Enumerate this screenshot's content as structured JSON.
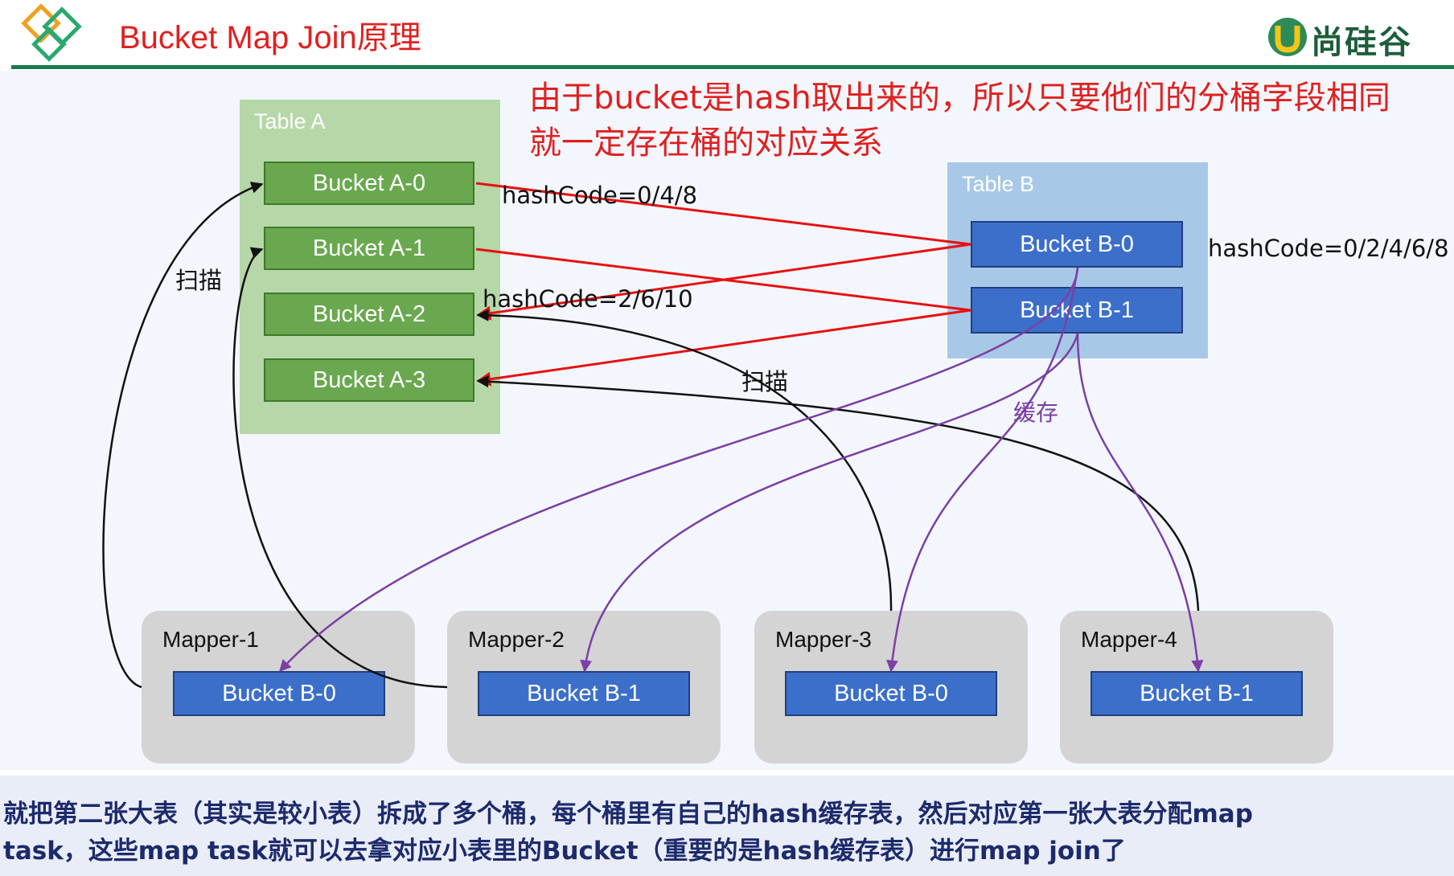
{
  "header": {
    "title": "Bucket Map Join原理",
    "brand": "尚硅谷",
    "accent_color": "#1c7a4c",
    "title_color": "#e02020"
  },
  "note": {
    "line1": "由于bucket是hash取出来的，所以只要他们的分桶字段相同",
    "line2": "就一定存在桶的对应关系"
  },
  "table_a": {
    "label": "Table A",
    "buckets": [
      "Bucket A-0",
      "Bucket A-1",
      "Bucket A-2",
      "Bucket A-3"
    ]
  },
  "table_b": {
    "label": "Table B",
    "buckets": [
      "Bucket B-0",
      "Bucket B-1"
    ]
  },
  "annotations": {
    "hash_a0": "hashCode=0/4/8",
    "hash_a2": "hashCode=2/6/10",
    "hash_b": "hashCode=0/2/4/6/8",
    "scan_left": "扫描",
    "scan_mid": "扫描",
    "cache": "缓存"
  },
  "mappers": [
    {
      "label": "Mapper-1",
      "bucket": "Bucket B-0"
    },
    {
      "label": "Mapper-2",
      "bucket": "Bucket B-1"
    },
    {
      "label": "Mapper-3",
      "bucket": "Bucket B-0"
    },
    {
      "label": "Mapper-4",
      "bucket": "Bucket B-1"
    }
  ],
  "footer": {
    "line1": "就把第二张大表（其实是较小表）拆成了多个桶，每个桶里有自己的hash缓存表，然后对应第一张大表分配map",
    "line2": "task，这些map task就可以去拿对应小表里的Bucket（重要的是hash缓存表）进行map join了"
  }
}
